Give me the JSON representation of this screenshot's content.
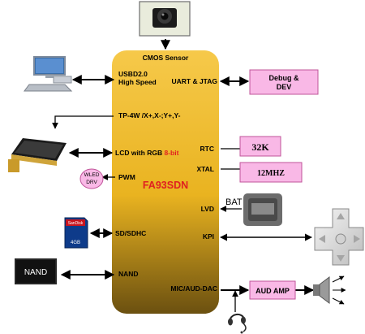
{
  "chip": {
    "name": "FA93SDN",
    "name_color": "#e02020",
    "fill_top": "#f6c94a",
    "fill_mid": "#e9b320",
    "fill_bottom": "#6b5010"
  },
  "pins_left": {
    "cmos": "CMOS Sensor",
    "usb_line1": "USBD2.0",
    "usb_line2": "High Speed",
    "tp": "TP-4W /X+,X-;Y+,Y-",
    "lcd_prefix": "LCD with RGB ",
    "lcd_bits": "8-bit",
    "pwm": "PWM",
    "sd": "SD/SDHC",
    "nand": "NAND"
  },
  "pins_right": {
    "uart": "UART & JTAG",
    "rtc": "RTC",
    "xtal": "XTAL",
    "lvd": "LVD",
    "kpi": "KPI",
    "mic": "MIC/AUD-DAC"
  },
  "ext": {
    "debug_line1": "Debug &",
    "debug_line2": "DEV",
    "crystal_32k": "32K",
    "crystal_12mhz": "12MHZ",
    "bat": "BAT",
    "aud_amp": "AUD AMP",
    "wled_line1": "WLED",
    "wled_line2": "DRV",
    "nand_chip": "NAND",
    "sd_brand": "SanDisk",
    "sd_size": "4GB"
  },
  "colors": {
    "pink_box": "#f9b8e6",
    "pink_border": "#c0559a"
  },
  "icons": [
    "camera-icon",
    "computer-icon",
    "lcd-panel-icon",
    "sd-card-icon",
    "nand-chip-icon",
    "battery-icon",
    "dpad-icon",
    "speaker-icon",
    "headset-mic-icon"
  ]
}
